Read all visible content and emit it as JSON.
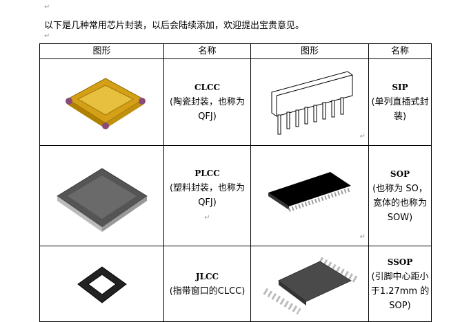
{
  "intro": "以下是几种常用芯片封装，以后会陆续添加，欢迎提出宝贵意见。",
  "headers": [
    "图形",
    "名称",
    "图形",
    "名称"
  ],
  "rows": [
    {
      "left": {
        "name": "CLCC",
        "desc": "(陶瓷封装，也称为 QFJ)"
      },
      "right": {
        "name": "SIP",
        "desc": "(单列直插式封装)"
      }
    },
    {
      "left": {
        "name": "PLCC",
        "desc": "(塑料封装，也称为 QFJ)"
      },
      "right": {
        "name": "SOP",
        "desc": "(也称为 SO，宽体的也称为 SOW)"
      }
    },
    {
      "left": {
        "name": "JLCC",
        "desc": "(指带窗口的CLCC)"
      },
      "right": {
        "name": "SSOP",
        "desc": "(引脚中心距小于1.27mm 的SOP)"
      }
    }
  ],
  "colors": {
    "clcc_gold": "#d4a017",
    "clcc_body": "#8a4b7a",
    "plcc_body": "#555555"
  }
}
